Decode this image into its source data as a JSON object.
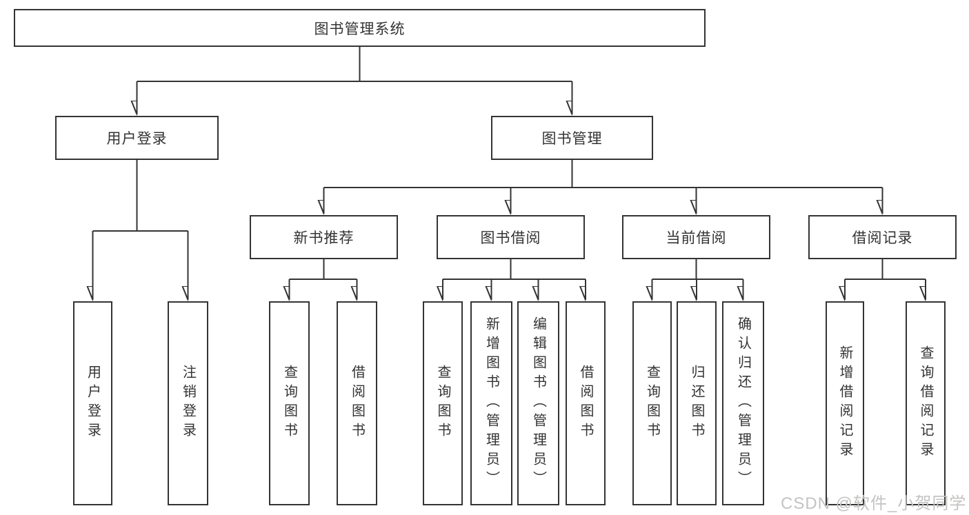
{
  "tree": {
    "label": "图书管理系统",
    "children": [
      {
        "label": "用户登录",
        "children": [
          {
            "label": "用户登录"
          },
          {
            "label": "注销登录"
          }
        ]
      },
      {
        "label": "图书管理",
        "children": [
          {
            "label": "新书推荐",
            "children": [
              {
                "label": "查询图书"
              },
              {
                "label": "借阅图书"
              }
            ]
          },
          {
            "label": "图书借阅",
            "children": [
              {
                "label": "查询图书"
              },
              {
                "label": "新增图书（管理员）"
              },
              {
                "label": "编辑图书（管理员）"
              },
              {
                "label": "借阅图书"
              }
            ]
          },
          {
            "label": "当前借阅",
            "children": [
              {
                "label": "查询图书"
              },
              {
                "label": "归还图书"
              },
              {
                "label": "确认归还（管理员）"
              }
            ]
          },
          {
            "label": "借阅记录",
            "children": [
              {
                "label": "新增借阅记录"
              },
              {
                "label": "查询借阅记录"
              }
            ]
          }
        ]
      }
    ]
  },
  "watermark": {
    "text": "CSDN @软件_小贺同学"
  },
  "colors": {
    "line": "#333333",
    "box_border": "#333333",
    "text": "#333333",
    "watermark": "#c4c3c2",
    "background": "#ffffff"
  }
}
